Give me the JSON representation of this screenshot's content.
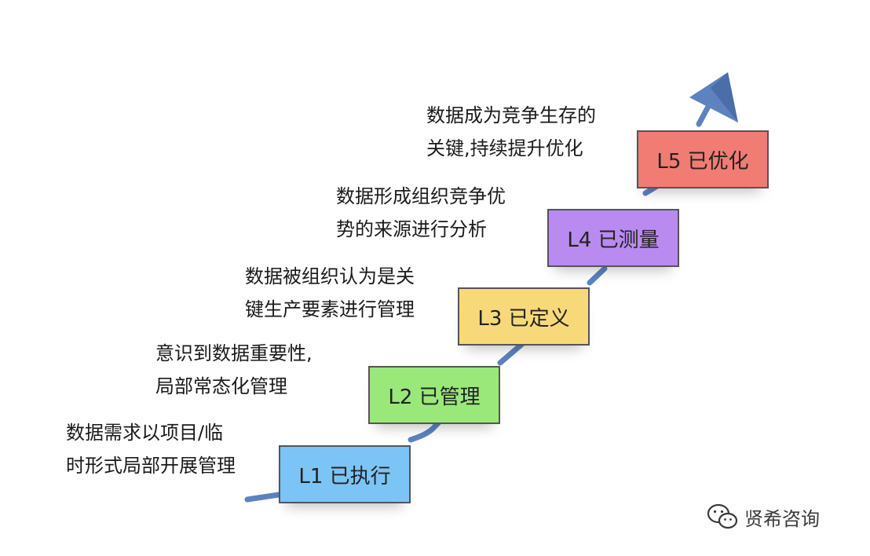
{
  "levels": [
    {
      "label": "L1 已执行",
      "color": "#7cc4f5",
      "description": [
        "数据需求以项目/临",
        "时形式局部开展管理"
      ]
    },
    {
      "label": "L2 已管理",
      "color": "#9ae87a",
      "description": [
        "意识到数据重要性,",
        "局部常态化管理"
      ]
    },
    {
      "label": "L3 已定义",
      "color": "#f8d97a",
      "description": [
        "数据被组织认为是关",
        "键生产要素进行管理"
      ]
    },
    {
      "label": "L4 已测量",
      "color": "#b98aef",
      "description": [
        "数据形成组织竞争优",
        "势的来源进行分析"
      ]
    },
    {
      "label": "L5 已优化",
      "color": "#f07c73",
      "description": [
        "数据成为竞争生存的",
        "关键,持续提升优化"
      ]
    }
  ],
  "colors": {
    "arrow": "#5d82c0",
    "arrow_dark": "#3f5f99"
  },
  "watermark": {
    "text": "贤希咨询",
    "icon": "wechat-icon"
  }
}
